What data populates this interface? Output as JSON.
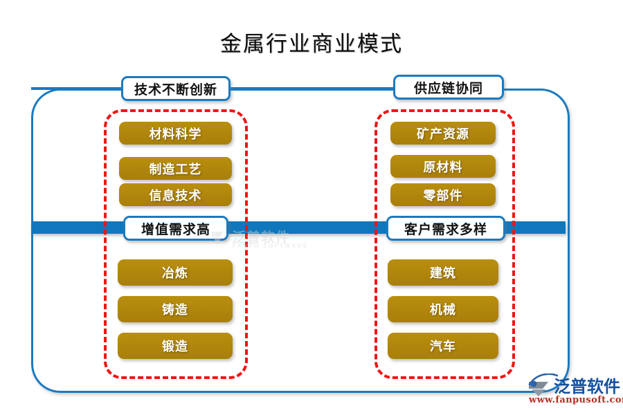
{
  "title": "金属行业商业模式",
  "diagram": {
    "groups": [
      {
        "id": "tech-innovation",
        "label": "技术不断创新",
        "position": "top-left",
        "items": [
          "材料科学",
          "制造工艺",
          "信息技术"
        ]
      },
      {
        "id": "supply-chain",
        "label": "供应链协同",
        "position": "top-right",
        "items": [
          "矿产资源",
          "原材料",
          "零部件"
        ]
      },
      {
        "id": "value-demand",
        "label": "增值需求高",
        "position": "bottom-left",
        "items": [
          "冶炼",
          "铸造",
          "锻造"
        ]
      },
      {
        "id": "customer-demand",
        "label": "客户需求多样",
        "position": "bottom-right",
        "items": [
          "建筑",
          "机械",
          "汽车"
        ]
      }
    ]
  },
  "watermark": {
    "cn": "泛普软件",
    "en": "FANPU SOFTWARE"
  },
  "brand": {
    "cn": "泛普软件",
    "url": "www.fanpusoft.com"
  },
  "colors": {
    "frame_blue": "#1a7ac0",
    "bar_blue": "#1077bc",
    "dashed_red": "#f01414",
    "gold": "#b1860c",
    "logo_blue": "#16509e",
    "logo_red": "#b03020"
  }
}
